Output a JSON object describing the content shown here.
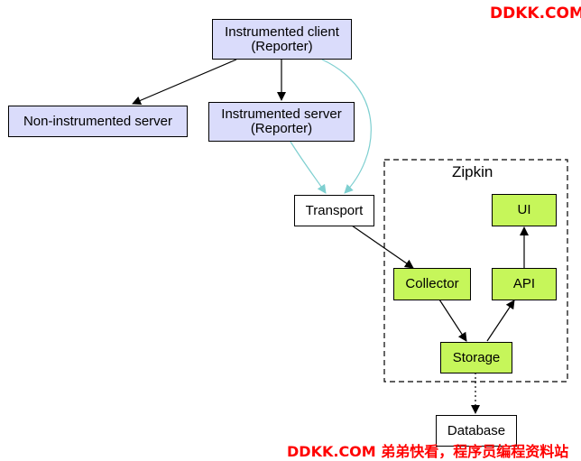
{
  "nodes": {
    "instrumented_client": "Instrumented client\n(Reporter)",
    "non_instrumented_server": "Non-instrumented server",
    "instrumented_server": "Instrumented server\n(Reporter)",
    "transport": "Transport",
    "collector": "Collector",
    "storage": "Storage",
    "api": "API",
    "ui": "UI",
    "database": "Database"
  },
  "cluster": {
    "label": "Zipkin"
  },
  "watermarks": {
    "top": "DDKK.COM",
    "bottom": "DDKK.COM 弟弟快看，程序员编程资料站"
  },
  "colors": {
    "reporter_fill": "#dadcfb",
    "zipkin_fill": "#c6f65a",
    "transport_edge": "#7ecfd0",
    "watermark": "#ff0000"
  }
}
